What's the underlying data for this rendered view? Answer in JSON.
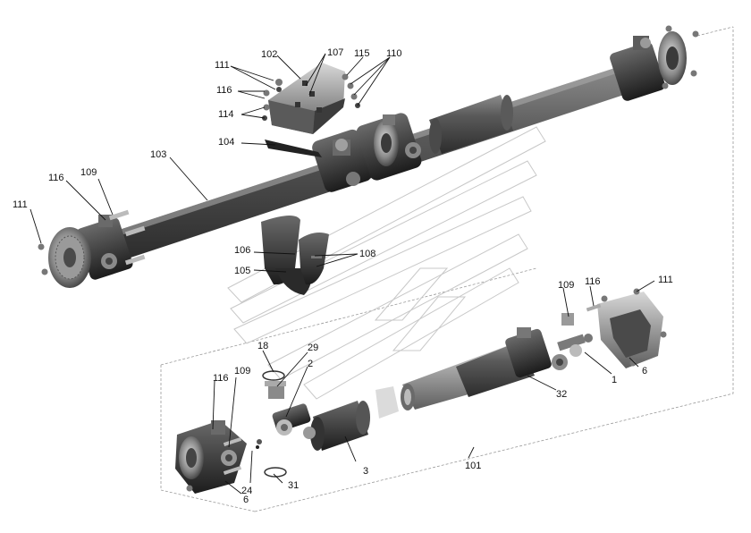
{
  "diagram": {
    "labels": {
      "c111a": "111",
      "c102": "102",
      "c107": "107",
      "c115": "115",
      "c110": "110",
      "c116a": "116",
      "c114": "114",
      "c104": "104",
      "c103": "103",
      "c109a": "109",
      "c116b": "116",
      "c111b": "111",
      "c106": "106",
      "c108": "108",
      "c105": "105",
      "c109b": "109",
      "c116c": "116",
      "c111c": "111",
      "c1": "1",
      "c6a": "6",
      "c32": "32",
      "c18": "18",
      "c29": "29",
      "c2": "2",
      "c116d": "116",
      "c109c": "109",
      "c3": "3",
      "c101": "101",
      "c24": "24",
      "c31": "31",
      "c6b": "6"
    }
  }
}
